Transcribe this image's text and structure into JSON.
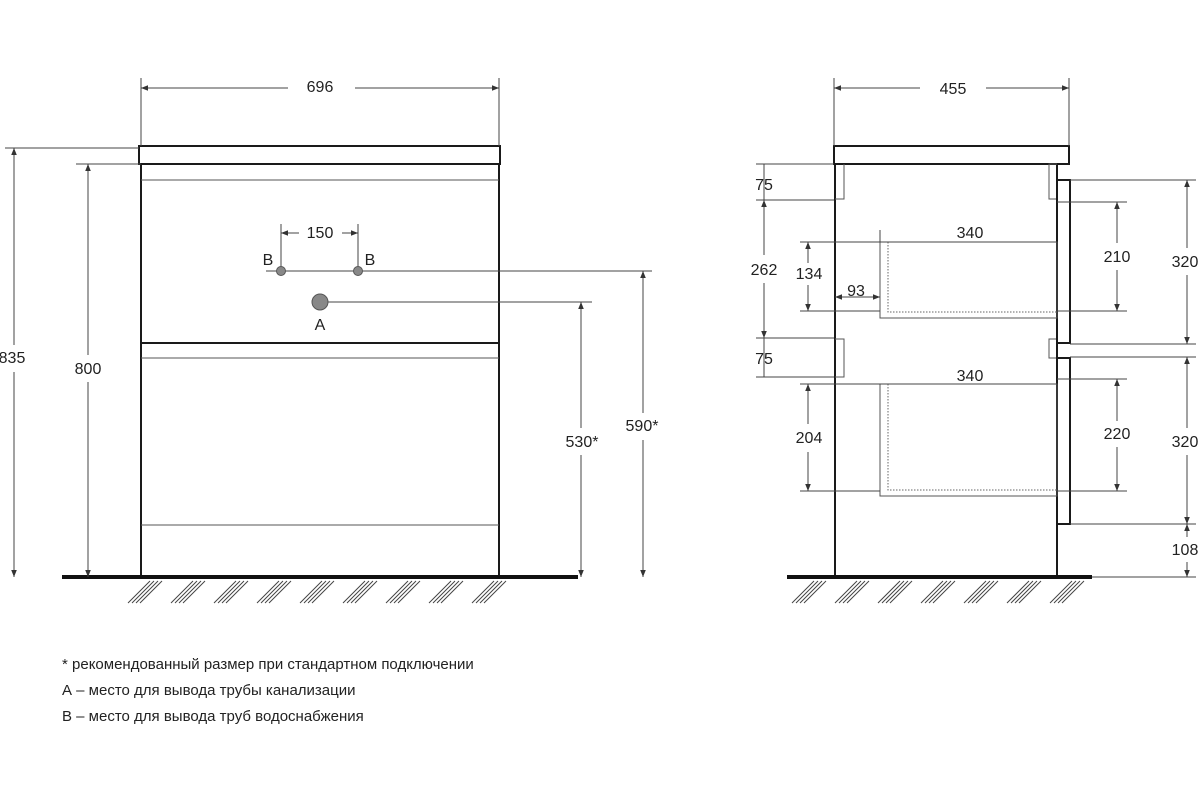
{
  "front_view": {
    "width_label": "696",
    "height_total_label": "835",
    "height_body_label": "800",
    "pipe_spacing_label": "150",
    "sewer_marker": "A",
    "water_marker_left": "B",
    "water_marker_right": "B",
    "sewer_height_label": "530*",
    "water_height_label": "590*"
  },
  "side_view": {
    "depth_label": "455",
    "rail_gap_top_label": "75",
    "rail_span_label": "262",
    "rail_gap_mid_label": "75",
    "drawer_inner_top_height_label": "134",
    "drawer_offset_label": "93",
    "drawer_top_depth_label": "340",
    "drawer_bottom_depth_label": "340",
    "drawer_bottom_height_label": "204",
    "drawer_top_side_label": "210",
    "drawer_bottom_side_label": "220",
    "front_top_label": "320",
    "front_bottom_label": "320",
    "plinth_label": "108"
  },
  "notes": [
    "* рекомендованный размер при стандартном подключении",
    "А – место для вывода трубы канализации",
    "В – место для вывода труб водоснабжения"
  ]
}
